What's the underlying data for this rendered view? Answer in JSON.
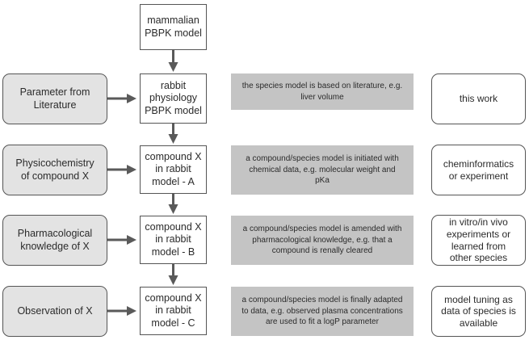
{
  "flow": {
    "top": "mammalian\nPBPK model",
    "steps": [
      {
        "center": "rabbit\nphysiology\nPBPK model",
        "left": "Parameter from\nLiterature",
        "note": "the species model is based on literature, e.g.\nliver volume",
        "right": "this work"
      },
      {
        "center": "compound X\nin rabbit\nmodel - A",
        "left": "Physicochemistry\nof compound X",
        "note": "a compound/species model is initiated with\nchemical data, e.g. molecular weight and\npKa",
        "right": "cheminformatics\nor experiment"
      },
      {
        "center": "compound X\nin rabbit\nmodel - B",
        "left": "Pharmacological\nknowledge of X",
        "note": "a compound/species model is amended with\npharmacological knowledge, e.g. that a\ncompound is renally cleared",
        "right": "in vitro/in vivo\nexperiments or\nlearned from\nother species"
      },
      {
        "center": "compound X\nin rabbit\nmodel - C",
        "left": "Observation of X",
        "note": "a compound/species model is finally adapted\nto data, e.g. observed plasma concentrations\nare used to fit a logP parameter",
        "right": "model tuning as\ndata of species is\navailable"
      }
    ]
  }
}
